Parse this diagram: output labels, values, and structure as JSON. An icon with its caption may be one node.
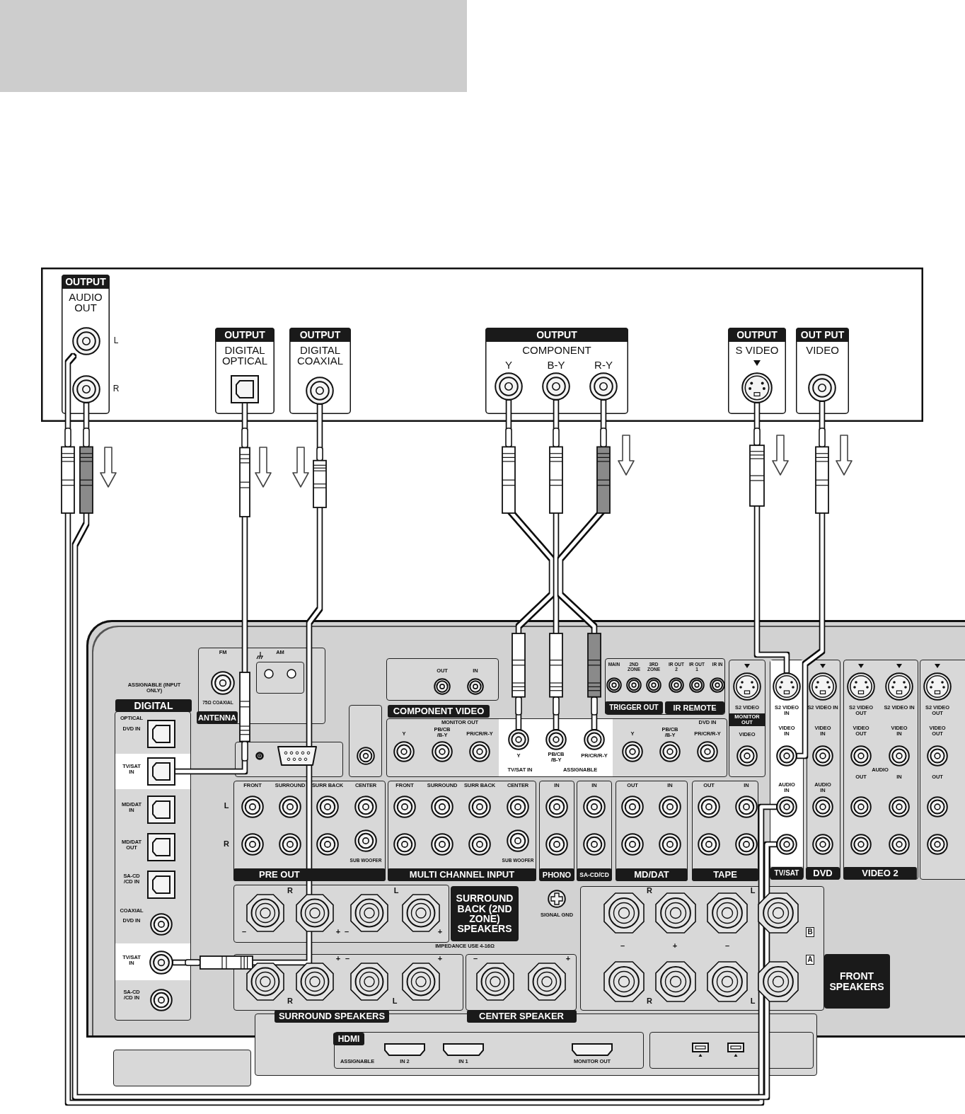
{
  "diagram": {
    "nodes": [
      {
        "text": [],
        "shape": "box"
      },
      {
        "text": [
          "OUTPUT",
          "AUDIO OUT"
        ],
        "in": 0
      },
      {
        "text": [],
        "shape": "circle",
        "in": 1,
        "beside": [
          "L"
        ]
      },
      {
        "text": [],
        "shape": "circle",
        "in": 1,
        "beside": [
          "R"
        ]
      },
      {
        "text": [
          "OUTPUT",
          "DIGITAL OPTICAL"
        ],
        "in": 0
      },
      {
        "text": [],
        "shape": "box",
        "in": 4
      },
      {
        "text": [
          "OUTPUT",
          "DIGITAL COAXIAL"
        ],
        "in": 0
      },
      {
        "text": [],
        "shape": "circle",
        "in": 6
      },
      {
        "text": [
          "OUTPUT",
          "COMPONENT"
        ],
        "in": 0
      },
      {
        "text": [
          "Y"
        ],
        "in": 8
      },
      {
        "text": [
          "B-Y"
        ],
        "in": 8
      },
      {
        "text": [
          "R-Y"
        ],
        "in": 8
      },
      {
        "text": [
          "OUTPUT",
          "S VIDEO"
        ],
        "in": 0
      },
      {
        "text": [],
        "shape": "circle",
        "in": 12
      },
      {
        "text": [
          "OUT PUT",
          "VIDEO"
        ],
        "in": 0
      },
      {
        "text": [],
        "shape": "circle",
        "in": 14
      },
      {
        "text": [],
        "shape": "box"
      },
      {
        "text": [],
        "shape": "box",
        "in": 16,
        "beside": [
          "TV/SAT IN"
        ]
      },
      {
        "text": [],
        "shape": "circle",
        "in": 16,
        "beside": [
          "TV/SAT IN"
        ]
      },
      {
        "text": [],
        "shape": "circle",
        "in": 16,
        "beside": [
          "Y"
        ]
      },
      {
        "text": [],
        "shape": "circle",
        "in": 16,
        "beside": [
          "PB/CB /B-Y"
        ]
      },
      {
        "text": [],
        "shape": "circle",
        "in": 16,
        "beside": [
          "PR/CR/R-Y"
        ]
      },
      {
        "text": [],
        "shape": "circle",
        "in": 16,
        "beside": [
          "S2 VIDEO IN"
        ]
      },
      {
        "text": [],
        "shape": "circle",
        "in": 16,
        "beside": [
          "VIDEO IN"
        ]
      },
      {
        "text": [],
        "shape": "circle",
        "in": 16,
        "beside": [
          "AUDIO IN"
        ]
      },
      {
        "text": [],
        "shape": "circle",
        "in": 16
      }
    ],
    "edges": [
      {
        "from": 2,
        "to": 24,
        "arrow": "none"
      },
      {
        "from": 3,
        "to": 25,
        "arrow": "none"
      },
      {
        "from": 5,
        "to": 17,
        "arrow": "none"
      },
      {
        "from": 7,
        "to": 18,
        "arrow": "none"
      },
      {
        "from": 9,
        "to": 19,
        "arrow": "none"
      },
      {
        "from": 10,
        "to": 20,
        "arrow": "none"
      },
      {
        "from": 11,
        "to": 21,
        "arrow": "none"
      },
      {
        "from": 13,
        "to": 22,
        "arrow": "none"
      },
      {
        "from": 15,
        "to": 23,
        "arrow": "none"
      }
    ],
    "labels": [
      "FM",
      "AM",
      "75Ω COAXIAL",
      "ANTENNA",
      "ASSIGNABLE (INPUT ONLY)",
      "DIGITAL",
      "OPTICAL",
      "DVD IN",
      "MD/DAT IN",
      "MD/DAT OUT",
      "SA-CD /CD IN",
      "COAXIAL",
      "DVD IN",
      "SA-CD /CD IN",
      "OUT",
      "IN",
      "MAIN",
      "2ND ZONE",
      "3RD ZONE",
      "IR OUT 2",
      "IR OUT 1",
      "IR IN",
      "TRIGGER OUT",
      "IR REMOTE",
      "COMPONENT VIDEO",
      "MONITOR OUT",
      "TV/SAT IN",
      "ASSIGNABLE",
      "DVD IN",
      "Y",
      "PB/CB /B-Y",
      "PR/CR/R-Y",
      "Y",
      "PB/CB /B-Y",
      "PR/CR/R-Y",
      "S2 VIDEO",
      "MONITOR OUT",
      "VIDEO",
      "TV/SAT",
      "S2 VIDEO IN",
      "VIDEO IN",
      "AUDIO IN",
      "DVD",
      "S2 VIDEO OUT",
      "S2 VIDEO IN",
      "VIDEO OUT",
      "VIDEO IN",
      "AUDIO",
      "OUT",
      "IN",
      "VIDEO 2",
      "S2 VIDEO OUT",
      "VIDEO OUT",
      "OUT",
      "FRONT",
      "SURROUND",
      "SURR BACK",
      "CENTER",
      "L",
      "R",
      "SUB WOOFER",
      "PRE OUT",
      "FRONT",
      "SURROUND",
      "SURR BACK",
      "CENTER",
      "SUB WOOFER",
      "MULTI CHANNEL INPUT",
      "IN",
      "PHONO",
      "IN",
      "SA-CD/CD",
      "OUT",
      "IN",
      "MD/DAT",
      "OUT",
      "IN",
      "TAPE",
      "R",
      "L",
      "–",
      "+",
      "–",
      "+",
      "SURROUND BACK (2ND ZONE) SPEAKERS",
      "IMPEDANCE USE 4-16Ω",
      "SIGNAL GND",
      "R",
      "L",
      "–",
      "+",
      "–",
      "B",
      "A",
      "FRONT SPEAKERS",
      "+",
      "–",
      "+",
      "R",
      "L",
      "SURROUND SPEAKERS",
      "–",
      "+",
      "CENTER SPEAKER",
      "R",
      "L",
      "HDMI",
      "ASSIGNABLE",
      "IN 2",
      "IN 1",
      "MONITOR OUT"
    ]
  }
}
